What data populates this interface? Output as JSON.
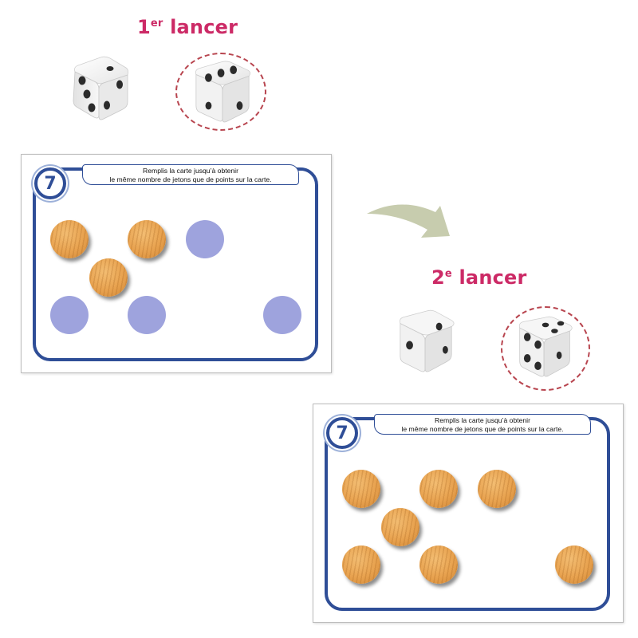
{
  "throws": [
    {
      "title_main": "1",
      "title_sup": "er",
      "title_rest": " lancer",
      "dice": [
        {
          "face": 3,
          "circled": false
        },
        {
          "face": 3,
          "circled": true
        }
      ],
      "card": {
        "number": "7",
        "instruction_line1": "Remplis la carte jusqu’à obtenir",
        "instruction_line2": "le même nombre de jetons que de points sur la carte.",
        "tokens_filled": 3,
        "tokens_total": 7
      }
    },
    {
      "title_main": "2",
      "title_sup": "e",
      "title_rest": " lancer",
      "dice": [
        {
          "face": 1,
          "circled": false
        },
        {
          "face": 4,
          "circled": true
        }
      ],
      "card": {
        "number": "7",
        "instruction_line1": "Remplis la carte jusqu’à obtenir",
        "instruction_line2": "le même nombre de jetons que de points sur la carte.",
        "tokens_filled": 7,
        "tokens_total": 7
      }
    }
  ],
  "colors": {
    "title": "#cc2a66",
    "card_frame": "#2f4e97",
    "token_empty": "#9ea3dd",
    "token_wood": "#e8a24f",
    "circle_ring": "#b8454f",
    "arrow": "#c7ccae"
  },
  "icons": [
    "die-icon",
    "curved-arrow-icon",
    "number-badge-icon",
    "wooden-token-icon",
    "empty-token-slot-icon"
  ]
}
